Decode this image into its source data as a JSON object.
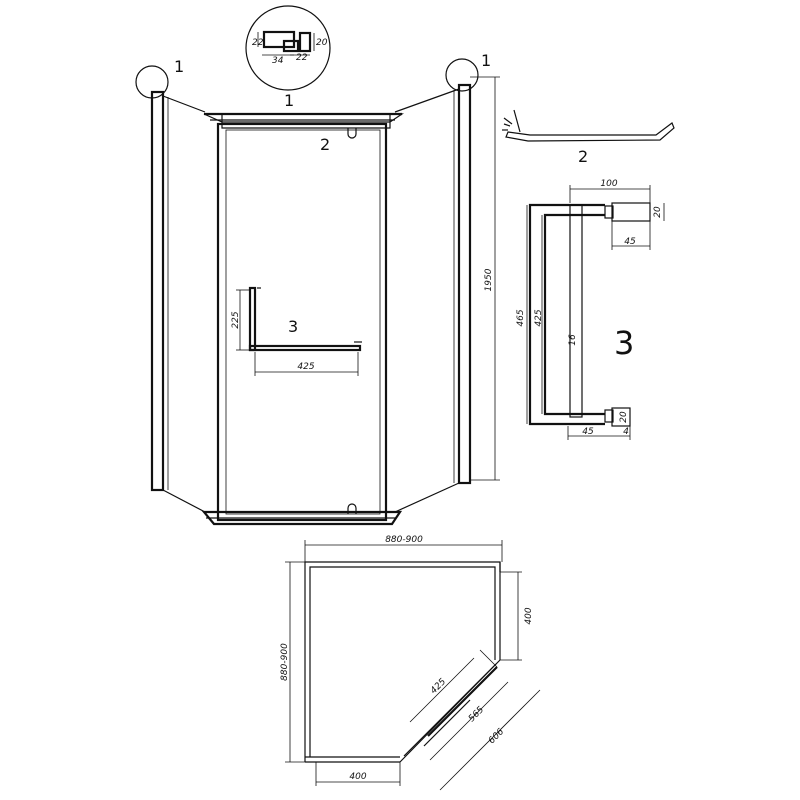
{
  "labels": {
    "corner_profile_top": "1",
    "corner_profile_left": "1",
    "corner_profile_right": "1",
    "top_profile_front": "2",
    "top_profile_detail": "2",
    "handle_front": "3",
    "handle_detail": "3"
  },
  "dimensions": {
    "profile_detail": {
      "h1": "22",
      "h2": "20",
      "w1": "34",
      "w2": "22"
    },
    "height": "1950",
    "handle_front_height": "225",
    "handle_front_length": "425",
    "handle_detail": {
      "top_width": "100",
      "fix_height_top": "20",
      "fix_depth_top": "45",
      "overall": "465",
      "inner": "425",
      "bar_dia": "16",
      "fix_height_bottom": "20",
      "fix_depth_bottom": "45",
      "plate": "4"
    },
    "plan": {
      "width": "880-900",
      "depth": "880-900",
      "side_right": "400",
      "side_bottom": "400",
      "door_inner": "425",
      "door_opening": "565",
      "door_outer": "606"
    }
  }
}
